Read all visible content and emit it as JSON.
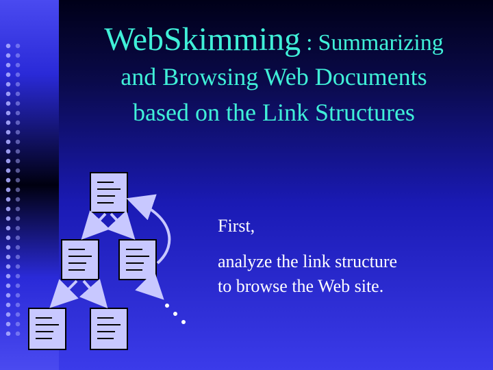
{
  "slide": {
    "title_main": "WebSkimming",
    "title_separator": ":",
    "title_line1_rest": "Summarizing",
    "title_line2": "and Browsing Web Documents",
    "title_line3": "based on the Link Structures"
  },
  "bullets": {
    "first": "First,",
    "line1": "analyze the link structure",
    "line2": "to browse the Web site."
  },
  "colors": {
    "title": "#40f0d8",
    "doc_fill": "#c8c8ff",
    "arrow": "#c8c8ff"
  }
}
